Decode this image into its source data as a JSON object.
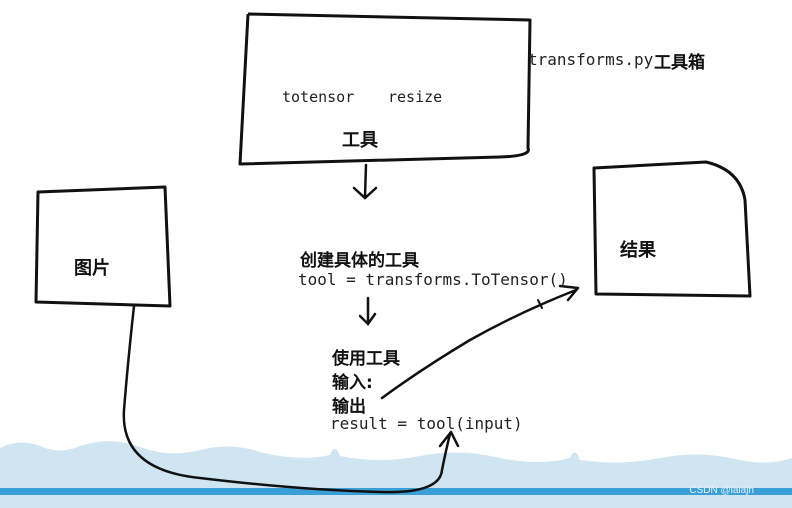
{
  "header": {
    "filename": "transforms.py",
    "toolbox": "工具箱"
  },
  "tools_box": {
    "item1": "totensor",
    "item2": "resize",
    "label": "工具"
  },
  "image_box": {
    "label": "图片"
  },
  "result_box": {
    "label": "结果"
  },
  "create_step": {
    "title": "创建具体的工具",
    "code": "tool = transforms.ToTensor()"
  },
  "use_step": {
    "title": "使用工具",
    "input": "输入:",
    "output": "输出",
    "code": "result = tool(input)"
  },
  "watermark": "CSDN @lalajh",
  "colors": {
    "ink": "#111111",
    "wave_light": "#cfe5f1",
    "wave_dark": "#3a9fd6"
  }
}
